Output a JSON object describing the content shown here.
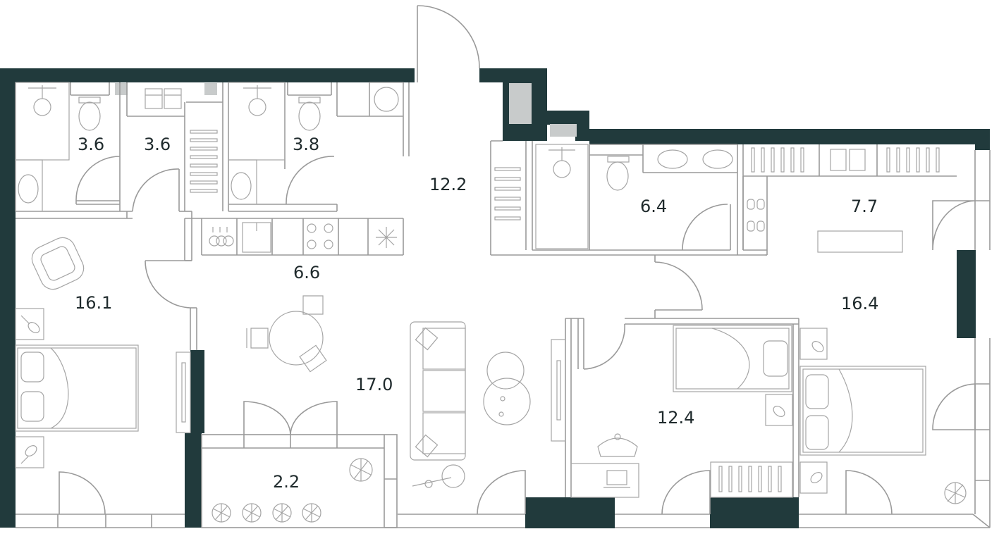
{
  "plan": {
    "colors": {
      "wall": "#213a3c",
      "furniture_line": "#9a9a9a",
      "glass": "#c8cbcb",
      "label": "#1f2a2c"
    },
    "areas": {
      "bath_left": "3.6",
      "wardrobe_left": "3.6",
      "bath_mid": "3.8",
      "hall": "12.2",
      "bath_right": "6.4",
      "wardrobe_right": "7.7",
      "kitchen": "6.6",
      "bedroom_left": "16.1",
      "living": "17.0",
      "bedroom_child": "12.4",
      "bedroom_master": "16.4",
      "balcony": "2.2"
    },
    "icons": [
      "wall-outline",
      "shower-icon",
      "toilet-icon",
      "sink-icon",
      "washing-machine-icon",
      "shirt-icon",
      "radiator-icon",
      "stove-icon",
      "fridge-icon",
      "armchair-icon",
      "bed-icon",
      "nightstand-lamp-icon",
      "dining-table-icon",
      "chair-icon",
      "sofa-icon",
      "round-table-icon",
      "floor-lamp-icon",
      "plant-icon",
      "desk-icon",
      "laptop-icon",
      "tv-icon",
      "slippers-icon",
      "door-arc-icon"
    ]
  }
}
